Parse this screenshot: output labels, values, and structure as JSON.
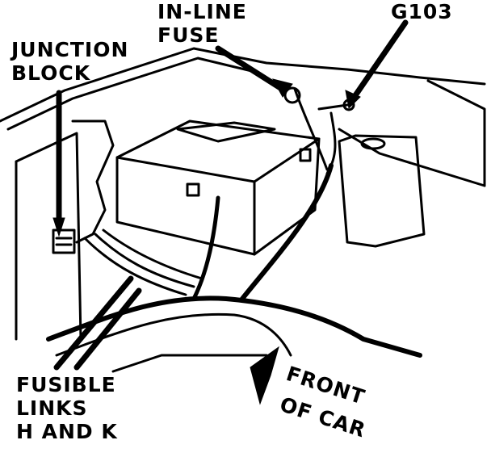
{
  "labels": {
    "junction_block": [
      "JUNCTION",
      "BLOCK"
    ],
    "inline_fuse": [
      "IN-LINE",
      "FUSE"
    ],
    "ground": "G103",
    "fusible_links": [
      "FUSIBLE",
      "LINKS",
      "H AND K"
    ],
    "front": "FRONT",
    "of_car": "OF CAR"
  },
  "colors": {
    "ink": "#000000",
    "paper": "#ffffff"
  }
}
